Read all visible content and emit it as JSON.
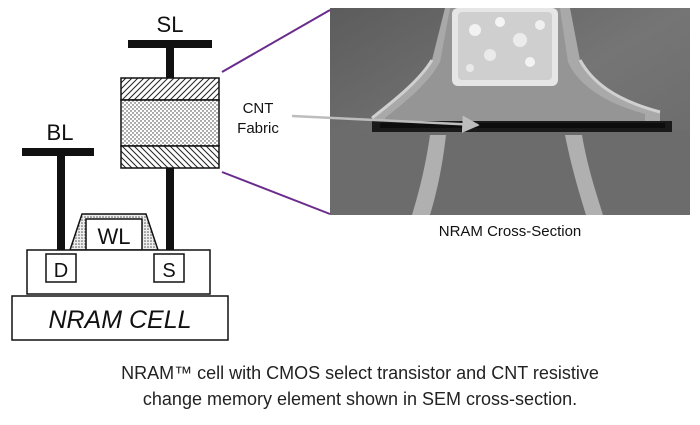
{
  "diagram": {
    "labels": {
      "sl": "SL",
      "bl": "BL",
      "wl": "WL",
      "drain": "D",
      "source": "S",
      "cell": "NRAM CELL",
      "cnt_line1": "CNT",
      "cnt_line2": "Fabric",
      "sem_title": "NRAM Cross-Section"
    },
    "colors": {
      "line": "#111111",
      "connector": "#6a2b8c",
      "arrow": "#b8b8b8"
    }
  },
  "caption": {
    "line1": "NRAM™ cell with CMOS select transistor and CNT resistive",
    "line2": "change memory element shown in SEM cross-section."
  }
}
